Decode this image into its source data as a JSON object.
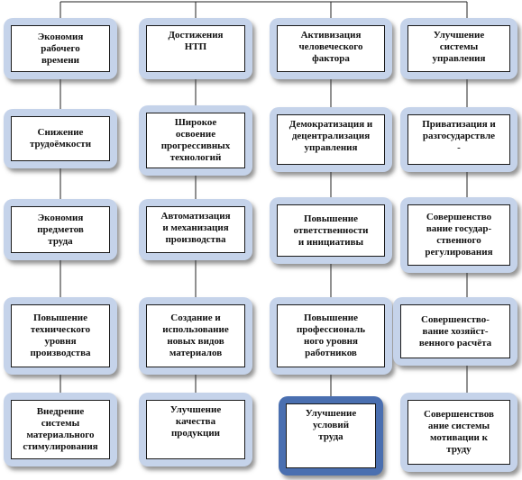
{
  "diagram": {
    "columns": [
      {
        "nodes": [
          {
            "label": "Экономия\nрабочего\nвремени"
          },
          {
            "label": "Снижение\nтрудоёмкости"
          },
          {
            "label": "Экономия\nпредметов\nтруда"
          },
          {
            "label": "Повышение\nтехнического\nуровня\nпроизводства"
          },
          {
            "label": "Внедрение\nсистемы\nматериального\nстимулирования"
          }
        ]
      },
      {
        "nodes": [
          {
            "label": "Достижения\nНТП"
          },
          {
            "label": "Широкое\nосвоение\nпрогрессивных\nтехнологий"
          },
          {
            "label": "Автоматизация\nи механизация\nпроизводства"
          },
          {
            "label": "Создание и\nиспользование\nновых видов\nматериалов"
          },
          {
            "label": "Улучшение\nкачества\nпродукции"
          }
        ]
      },
      {
        "nodes": [
          {
            "label": "Активизация\nчеловеческого\nфактора"
          },
          {
            "label": "Демократизация и\nдецентрализация\nуправления"
          },
          {
            "label": "Повышение\nответственности\nи инициативы"
          },
          {
            "label": "Повышение\nпрофессиональ\nного уровня\nработников"
          },
          {
            "label": "Улучшение\nусловий\nтруда"
          }
        ]
      },
      {
        "nodes": [
          {
            "label": "Улучшение\nсистемы\nуправления"
          },
          {
            "label": "Приватизация и\nразгосударствле\n-"
          },
          {
            "label": "Совершенство\nвание государ-\nственного\nрегулирования"
          },
          {
            "label": "Совершенство-\nвание хозяйст-\nвенного расчёта"
          },
          {
            "label": "Совершенствов\nание системы\nмотивации к\nтруду"
          }
        ]
      }
    ]
  }
}
